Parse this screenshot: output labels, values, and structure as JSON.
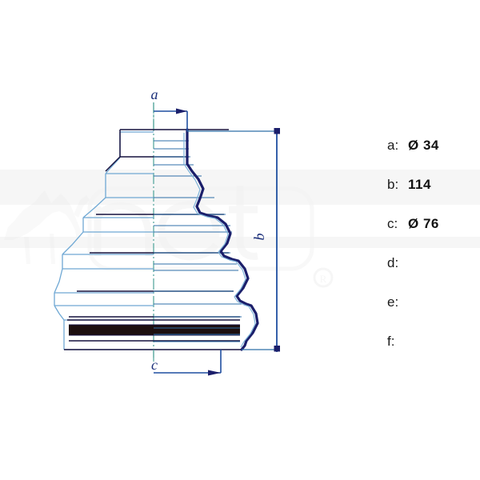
{
  "drawing": {
    "title": "CV joint bellows boot technical drawing",
    "part_type": "bellow-boot",
    "view": "half-section elevation",
    "colors": {
      "outline_dark": "#1b1f6b",
      "outline_mid": "#2b4f9e",
      "outline_light": "#6fa8d4",
      "dimension": "#1f4fa0",
      "centerline": "#5aa9a0",
      "fill_band": "#1a0d0d",
      "text": "#1a1a1a",
      "watermark": "#f2f2f2",
      "background": "#ffffff"
    },
    "labels": {
      "a": "a",
      "b": "b",
      "c": "c"
    },
    "convolutions": 5
  },
  "watermark": {
    "text": "net",
    "mark": "®",
    "logo_name": "camel-logo"
  },
  "legend": {
    "rows": [
      {
        "key": "a:",
        "value": "Ø 34"
      },
      {
        "key": "b:",
        "value": "114"
      },
      {
        "key": "c:",
        "value": "Ø 76"
      },
      {
        "key": "d:",
        "value": ""
      },
      {
        "key": "e:",
        "value": ""
      },
      {
        "key": "f:",
        "value": ""
      }
    ]
  }
}
